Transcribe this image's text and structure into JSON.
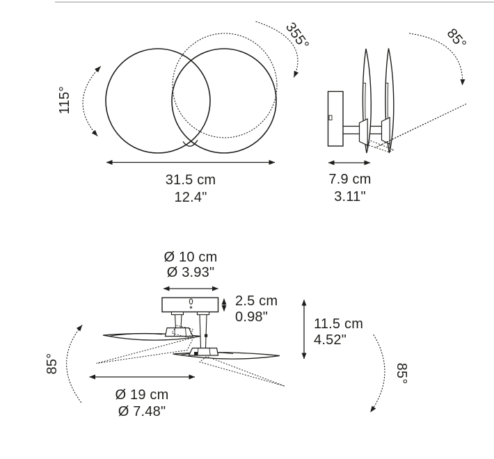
{
  "page": {
    "background": "#ffffff"
  },
  "colors": {
    "ink": "#1d1d1b",
    "rule": "#c9c9c9"
  },
  "front_view": {
    "tilt_angle": "115°",
    "rotation_angle": "355°",
    "width_cm": "31.5 cm",
    "width_in": "12.4\""
  },
  "side_view": {
    "tilt_angle": "85°",
    "depth_cm": "7.9 cm",
    "depth_in": "3.11\""
  },
  "ceiling_view": {
    "canopy_diameter_cm": "Ø 10 cm",
    "canopy_diameter_in": "Ø 3.93\"",
    "canopy_height_cm": "2.5 cm",
    "canopy_height_in": "0.98\"",
    "height_cm": "11.5 cm",
    "height_in": "4.52\"",
    "disc_diameter_cm": "Ø 19 cm",
    "disc_diameter_in": "Ø 7.48\"",
    "tilt_angle_left": "85°",
    "tilt_angle_right": "85°"
  }
}
